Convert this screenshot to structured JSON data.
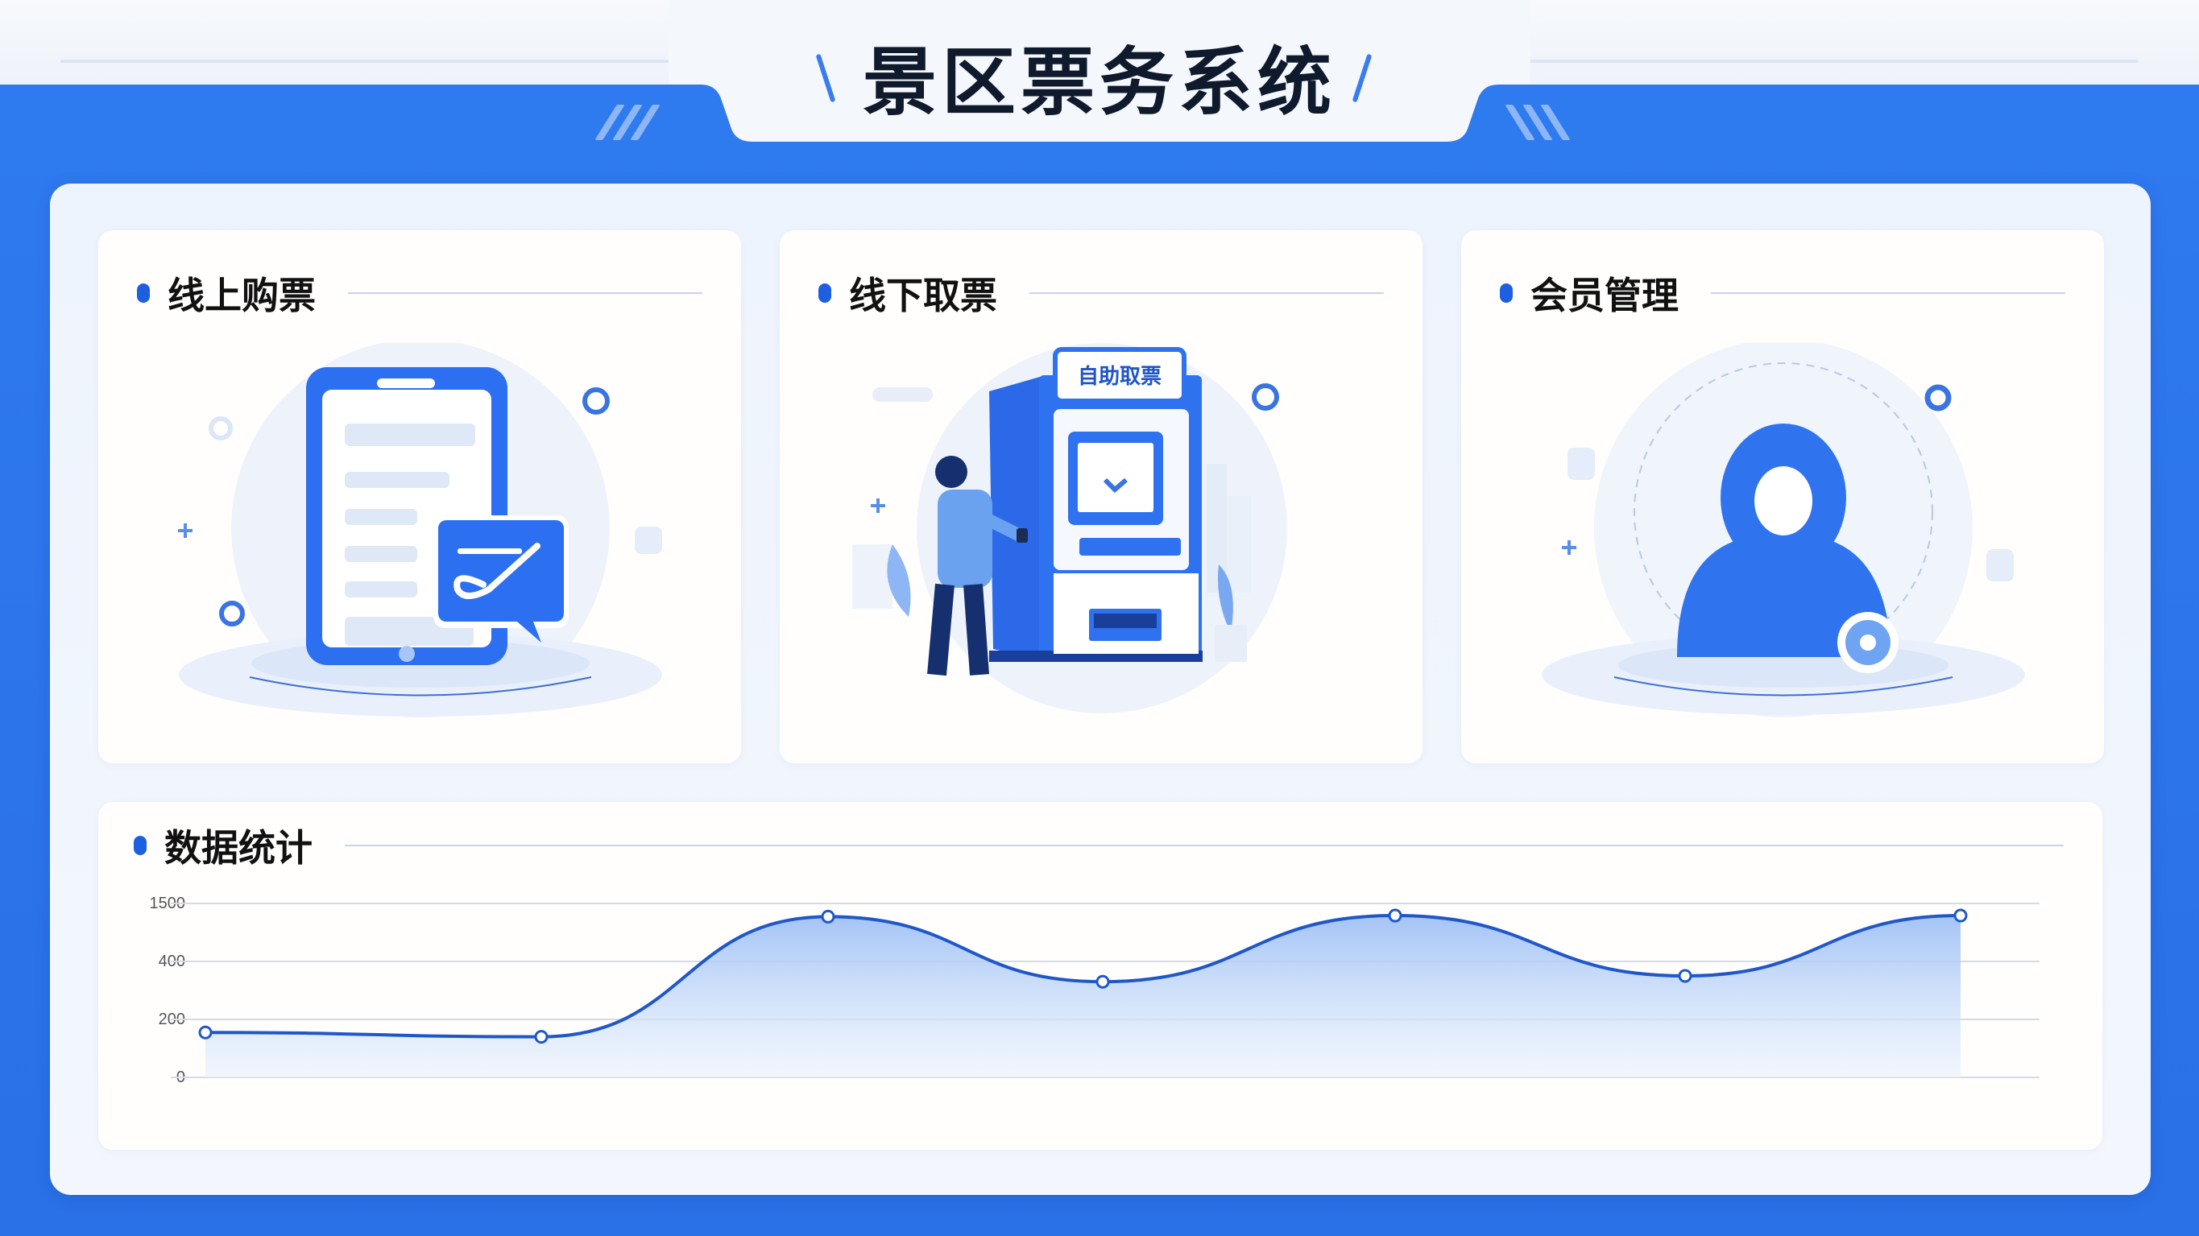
{
  "header": {
    "title": "景区票务系统"
  },
  "cards": [
    {
      "id": "online",
      "title": "线上购票",
      "illustration": "mobile-phone-ticket-check-icon"
    },
    {
      "id": "offline",
      "title": "线下取票",
      "illustration": "self-service-kiosk-icon",
      "kiosk_sign": "自助取票"
    },
    {
      "id": "member",
      "title": "会员管理",
      "illustration": "user-profile-icon"
    }
  ],
  "stats": {
    "title": "数据统计"
  },
  "colors": {
    "primary": "#2f7bf0",
    "accent_dark": "#1c5fe0",
    "title_text": "#0f1a2c",
    "line": "#1f57c9",
    "area_fill": "#a9c8f6"
  },
  "chart_data": {
    "type": "area",
    "title": "数据统计",
    "xlabel": "",
    "ylabel": "",
    "y_ticks": [
      "1500",
      "400",
      "200",
      "0"
    ],
    "ylim": [
      0,
      1500
    ],
    "grid": true,
    "legend": null,
    "x": [
      1,
      2,
      3,
      4,
      5,
      6,
      7
    ],
    "categories": [],
    "values": [
      155,
      140,
      1250,
      330,
      1270,
      350,
      1270
    ],
    "note": "Y-axis tick labels are evenly spaced visually though non-linear (0,200,400,1500); values estimated by interpolating between ticks."
  }
}
